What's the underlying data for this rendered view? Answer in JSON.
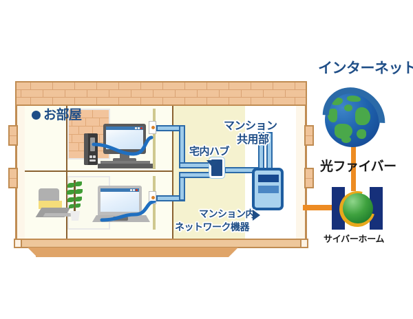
{
  "diagram": {
    "title_internet": "インターネット",
    "title_fiber": "光ファイバー",
    "label_cyberhome": "サイバーホーム",
    "label_room": "お部屋",
    "label_common_line1": "マンション",
    "label_common_line2": "共用部",
    "label_hub": "宅内ハブ",
    "label_netdev_line1": "マンション内",
    "label_netdev_line2": "ネットワーク機器"
  },
  "icons": {
    "globe": "globe-icon",
    "cyberhome_logo": "cyberhome-logo-icon",
    "hub": "hub-icon",
    "network_box": "network-equipment-icon",
    "desktop_pc": "desktop-computer-icon",
    "laptop": "laptop-computer-icon",
    "wall_jack": "wall-jack-icon",
    "plant": "potted-plant-icon",
    "sofa": "sofa-icon",
    "arrow_down": "triangle-down-icon",
    "arrow_right": "triangle-right-icon",
    "bullet": "bullet-dot-icon"
  },
  "colors": {
    "navy_text": "#1f4e87",
    "dark_text": "#1a1a1a",
    "lan_pipe_fill": "#9ecbea",
    "lan_pipe_border": "#2b6aa8",
    "fiber_orange": "#ed8b22",
    "brick": "#f0c49a",
    "brick_border": "#c08c52",
    "common_area": "#f5f2cf",
    "room_bg": "#fdfdf0",
    "netbox_fill": "#a9d2ee",
    "netbox_border": "#1e5da0",
    "hub_fill": "#1e4b86",
    "logo_navy": "#16307a",
    "logo_gold": "#e8a81c",
    "globe_green": "#4aa84a"
  }
}
